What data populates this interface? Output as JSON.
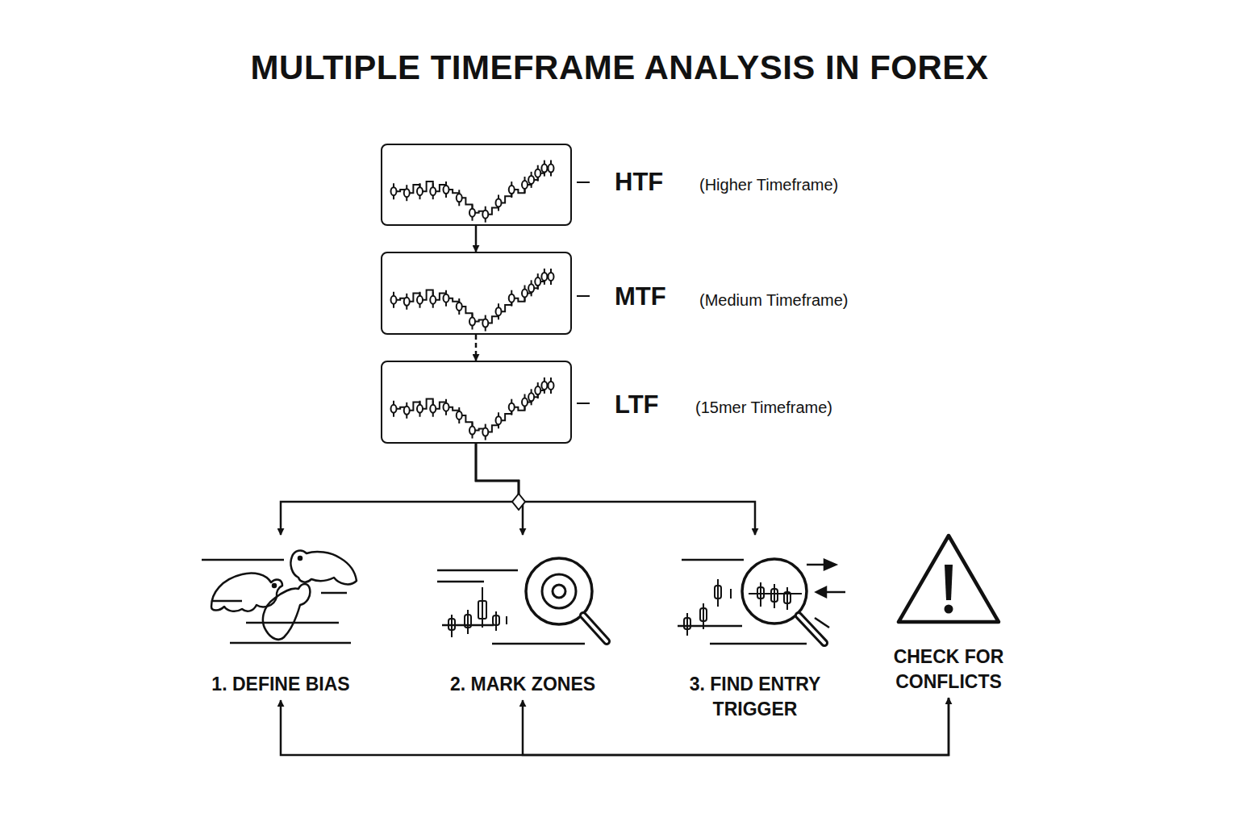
{
  "diagram": {
    "title": "MULTIPLE TIMEFRAME ANALYSIS IN FOREX",
    "nodes": [
      {
        "text": [
          "HTF",
          "(Higher Timeframe)"
        ]
      },
      {
        "text": [
          "MTF",
          "(Medium Timeframe)"
        ]
      },
      {
        "text": [
          "LTF",
          "(15mer Timeframe)"
        ]
      },
      {
        "text": [
          "1. DEFINE BIAS"
        ]
      },
      {
        "text": [
          "2. MARK ZONES"
        ]
      },
      {
        "text": [
          "3. FIND ENTRY TRIGGER"
        ]
      },
      {
        "text": [
          "CHECK FOR CONFLICTS"
        ]
      }
    ],
    "edges": [
      {
        "from": 0,
        "to": 1,
        "arrow": "to"
      },
      {
        "from": 1,
        "to": 2,
        "arrow": "to"
      },
      {
        "from": 2,
        "to": 3,
        "arrow": "to"
      },
      {
        "from": 2,
        "to": 4,
        "arrow": "to"
      },
      {
        "from": 2,
        "to": 5,
        "arrow": "to"
      },
      {
        "from": 3,
        "to": 6,
        "arrow": "both"
      },
      {
        "from": 6,
        "to": 4,
        "arrow": "to"
      }
    ]
  }
}
